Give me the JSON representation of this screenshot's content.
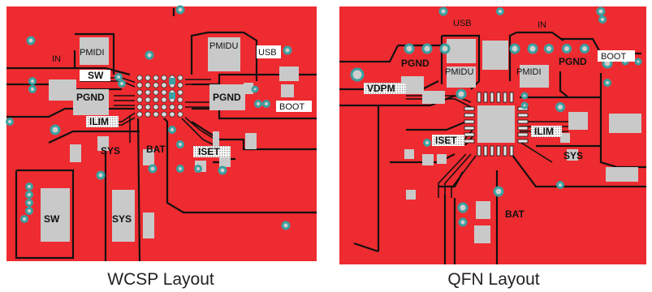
{
  "colors": {
    "copper": "#ee2b30",
    "trace_line": "#111111",
    "pad": "#c9c9c9",
    "via_ring": "#3aa0a0",
    "label_bg": "#ffffff"
  },
  "wcsp": {
    "caption": "WCSP Layout",
    "labels": {
      "pmidi": "PMIDI",
      "in": "IN",
      "sw_top": "SW",
      "pgnd_left": "PGND",
      "ilim": "ILIM",
      "sys_mid": "SYS",
      "bat": "BAT",
      "iset": "ISET",
      "pmidu": "PMIDU",
      "usb": "USB",
      "pgnd_right": "PGND",
      "boot": "BOOT",
      "sw_bottom": "SW",
      "sys_bottom": "SYS"
    }
  },
  "qfn": {
    "caption": "QFN Layout",
    "labels": {
      "usb": "USB",
      "in": "IN",
      "pgnd_left": "PGND",
      "pmidu": "PMIDU",
      "pmidi": "PMIDI",
      "pgnd_right": "PGND",
      "boot": "BOOT",
      "vdpm": "VDPM",
      "ilim": "ILIM",
      "iset": "ISET",
      "sys": "SYS",
      "bat": "BAT"
    }
  }
}
